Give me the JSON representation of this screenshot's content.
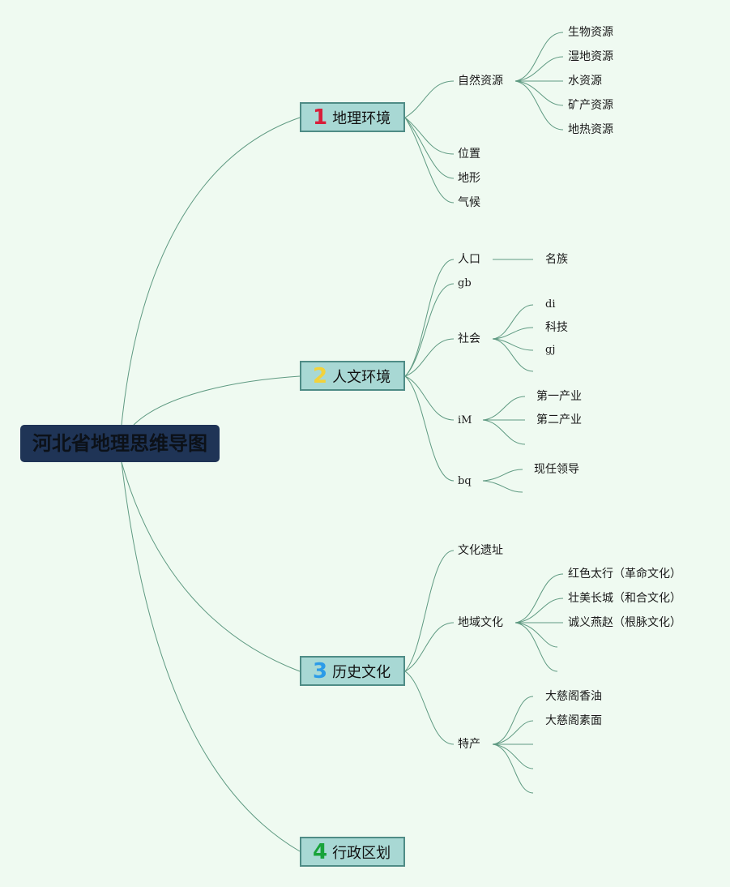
{
  "root": {
    "title": "河北省地理思维导图"
  },
  "branches": [
    {
      "number": "1",
      "number_color": "#d81e3a",
      "label": "地理环境"
    },
    {
      "number": "2",
      "number_color": "#f2d23a",
      "label": "人文环境"
    },
    {
      "number": "3",
      "number_color": "#2b9be8",
      "label": "历史文化"
    },
    {
      "number": "4",
      "number_color": "#19a33a",
      "label": "行政区划"
    }
  ],
  "geo": {
    "natural_resources": "自然资源",
    "resources": [
      "生物资源",
      "湿地资源",
      "水资源",
      "矿产资源",
      "地热资源"
    ],
    "location": "位置",
    "terrain": "地形",
    "climate": "气候"
  },
  "humanities": {
    "population": "人口",
    "population_child": "名族",
    "gb": "gb",
    "society": "社会",
    "society_children": [
      "di",
      "科技",
      "gj"
    ],
    "im": "iM",
    "im_children": [
      "第一产业",
      "第二产业"
    ],
    "bq": "bq",
    "bq_children": [
      "现任领导"
    ]
  },
  "history": {
    "sites": "文化遗址",
    "regional_culture": "地域文化",
    "regional_children": [
      "红色太行（革命文化）",
      "壮美长城（和合文化）",
      "诚义燕赵（根脉文化）"
    ],
    "specialties": "特产",
    "specialty_children": [
      "大慈阁香油",
      "大慈阁素面"
    ]
  }
}
